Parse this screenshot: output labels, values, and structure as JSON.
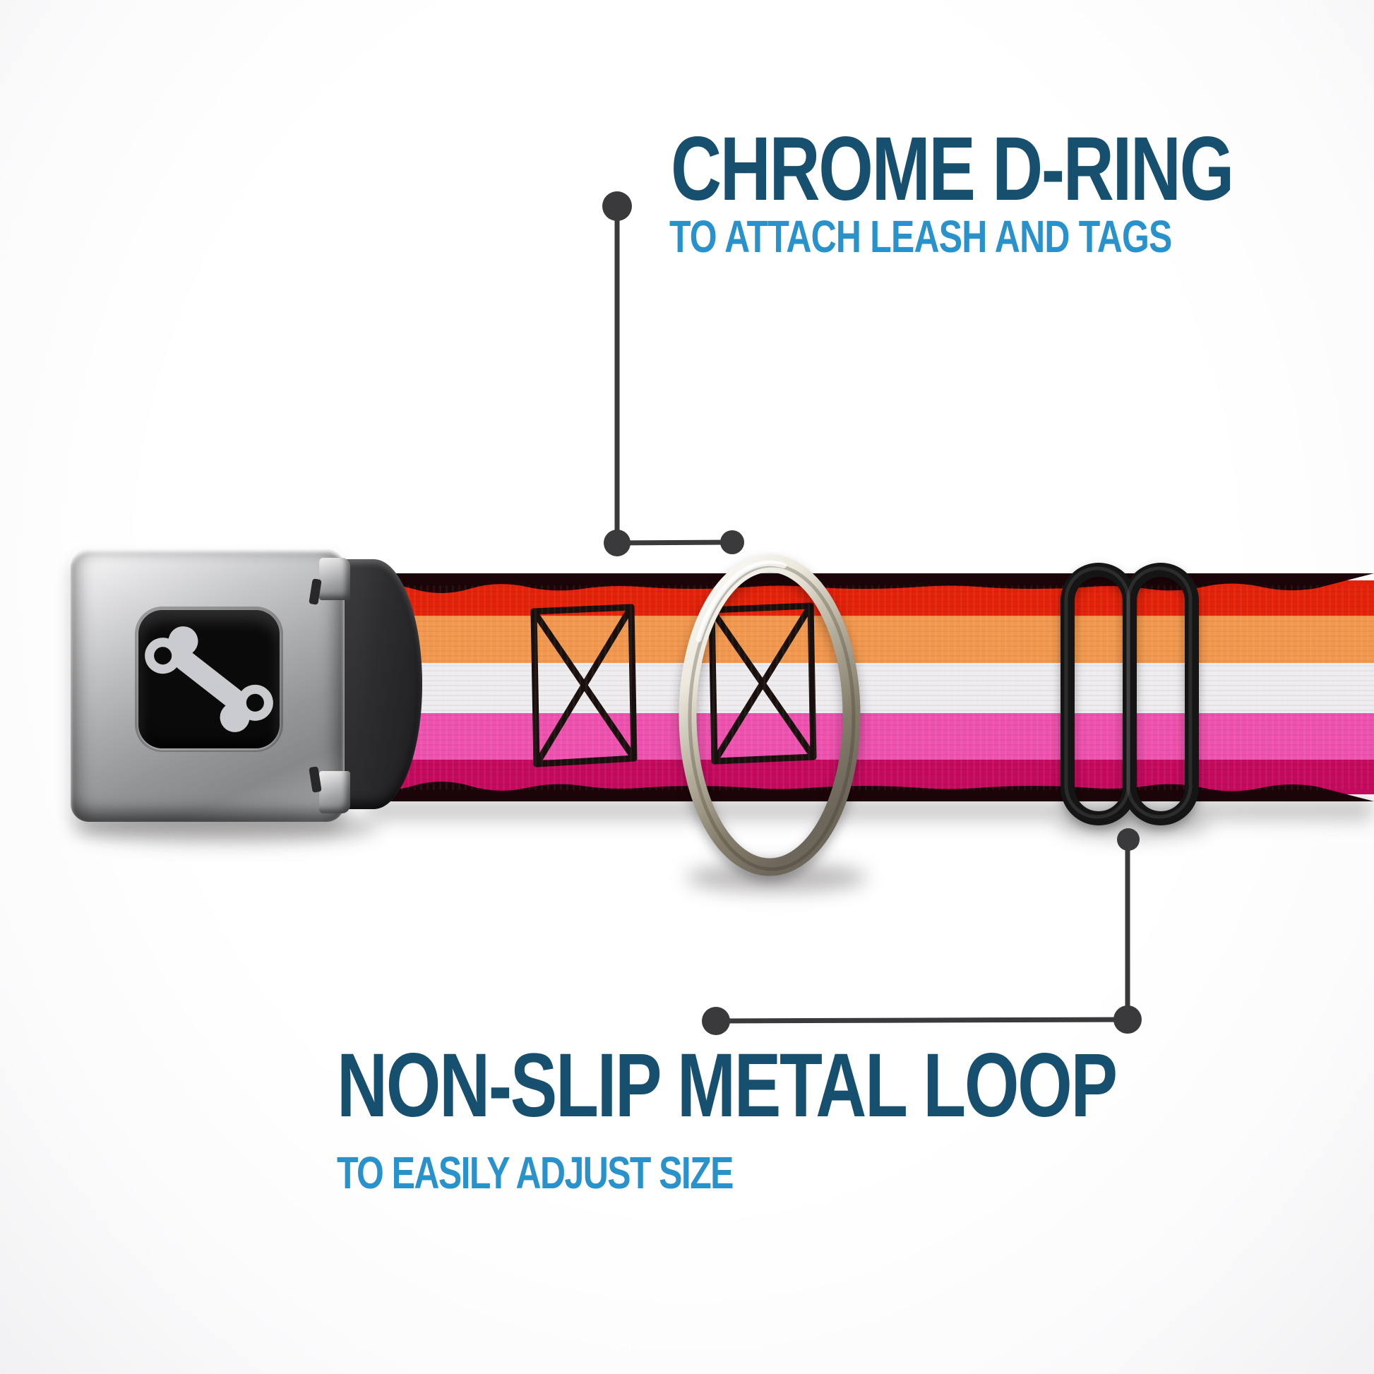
{
  "annotations": [
    {
      "part": "d-ring",
      "title": "CHROME D-RING",
      "subtitle": "TO ATTACH LEASH AND TAGS"
    },
    {
      "part": "metal-loop",
      "title": "NON-SLIP METAL LOOP",
      "subtitle": "TO EASILY ADJUST SIZE"
    }
  ],
  "colors": {
    "annotation_title": "#17506f",
    "annotation_subtitle": "#2a92cb",
    "connector_gray": "#3a3a3c",
    "strap_edge_black": "#1c0508",
    "stripe_red": "#e42109",
    "stripe_orange": "#f2984e",
    "stripe_white": "#efecef",
    "stripe_pink": "#ee51ae",
    "stripe_magenta": "#c4095e",
    "slider_black": "#151515",
    "buckle_chrome_gray": "#b2b3b5",
    "buckle_window_black": "#0a0a0b",
    "bone_logo_gray": "#c9cbce",
    "dring_chrome_light": "#f6f4ec",
    "dring_chrome_dark": "#6d665a",
    "background": "#ffffff"
  },
  "collar_stripes_top_to_bottom": [
    "#1c0508",
    "#e42109",
    "#f2984e",
    "#efecef",
    "#ee51ae",
    "#c4095e",
    "#1c0508"
  ]
}
